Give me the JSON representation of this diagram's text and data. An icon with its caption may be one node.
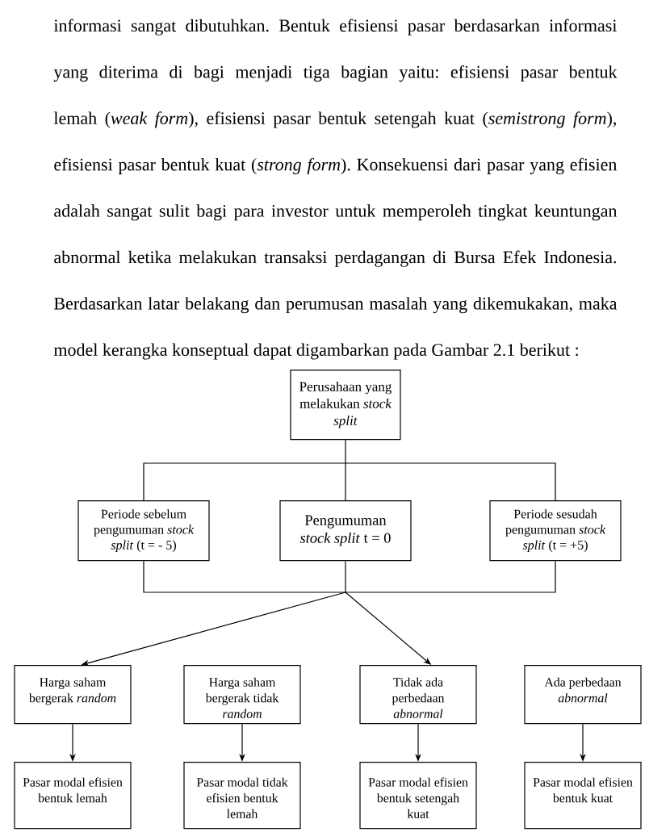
{
  "diagram": {
    "nodes": [
      {
        "text": [
          "Perusahaan yang melakukan *stock split*"
        ]
      },
      {
        "text": [
          "Periode sebelum pengumuman *stock split* (t = - 5)"
        ]
      },
      {
        "text": [
          "Pengumuman *stock split* t = 0"
        ]
      },
      {
        "text": [
          "Periode sesudah pengumuman *stock split* (t = +5)"
        ]
      },
      {
        "text": [
          "Harga saham bergerak *random*"
        ]
      },
      {
        "text": [
          "Harga saham bergerak tidak *random*"
        ]
      },
      {
        "text": [
          "Tidak ada perbedaan *abnormal*"
        ]
      },
      {
        "text": [
          "Ada perbedaan *abnormal*"
        ]
      },
      {
        "text": [
          "Pasar modal efisien bentuk lemah"
        ]
      },
      {
        "text": [
          "Pasar modal tidak efisien bentuk lemah"
        ]
      },
      {
        "text": [
          "Pasar modal efisien bentuk setengah kuat"
        ]
      },
      {
        "text": [
          "Pasar modal efisien bentuk kuat"
        ]
      }
    ],
    "edges": [
      {
        "from": 0,
        "to": 1,
        "arrow": "none"
      },
      {
        "from": 0,
        "to": 2,
        "arrow": "none"
      },
      {
        "from": 0,
        "to": 3,
        "arrow": "none"
      },
      {
        "from": 1,
        "to": 4,
        "arrow": "to"
      },
      {
        "from": 1,
        "to": 6,
        "arrow": "to"
      },
      {
        "from": 2,
        "to": 4,
        "arrow": "to"
      },
      {
        "from": 2,
        "to": 6,
        "arrow": "to"
      },
      {
        "from": 3,
        "to": 4,
        "arrow": "to"
      },
      {
        "from": 3,
        "to": 6,
        "arrow": "to"
      },
      {
        "from": 4,
        "to": 8,
        "arrow": "to"
      },
      {
        "from": 5,
        "to": 9,
        "arrow": "to"
      },
      {
        "from": 6,
        "to": 10,
        "arrow": "to"
      },
      {
        "from": 7,
        "to": 11,
        "arrow": "to"
      }
    ],
    "labels": [
      "informasi sangat dibutuhkan. Bentuk efisiensi pasar berdasarkan informasi yang diterima di bagi menjadi tiga bagian yaitu: efisiensi pasar bentuk lemah (*weak form*), efisiensi pasar bentuk setengah kuat (*semistrong form*), efisiensi pasar bentuk kuat (*strong form*). Konsekuensi dari pasar yang efisien adalah sangat sulit bagi para investor untuk memperoleh tingkat keuntungan abnormal ketika melakukan transaksi perdagangan di Bursa Efek Indonesia. Berdasarkan latar belakang dan perumusan masalah yang dikemukakan, maka model kerangka konseptual dapat digambarkan pada Gambar 2.1 berikut :"
    ]
  }
}
